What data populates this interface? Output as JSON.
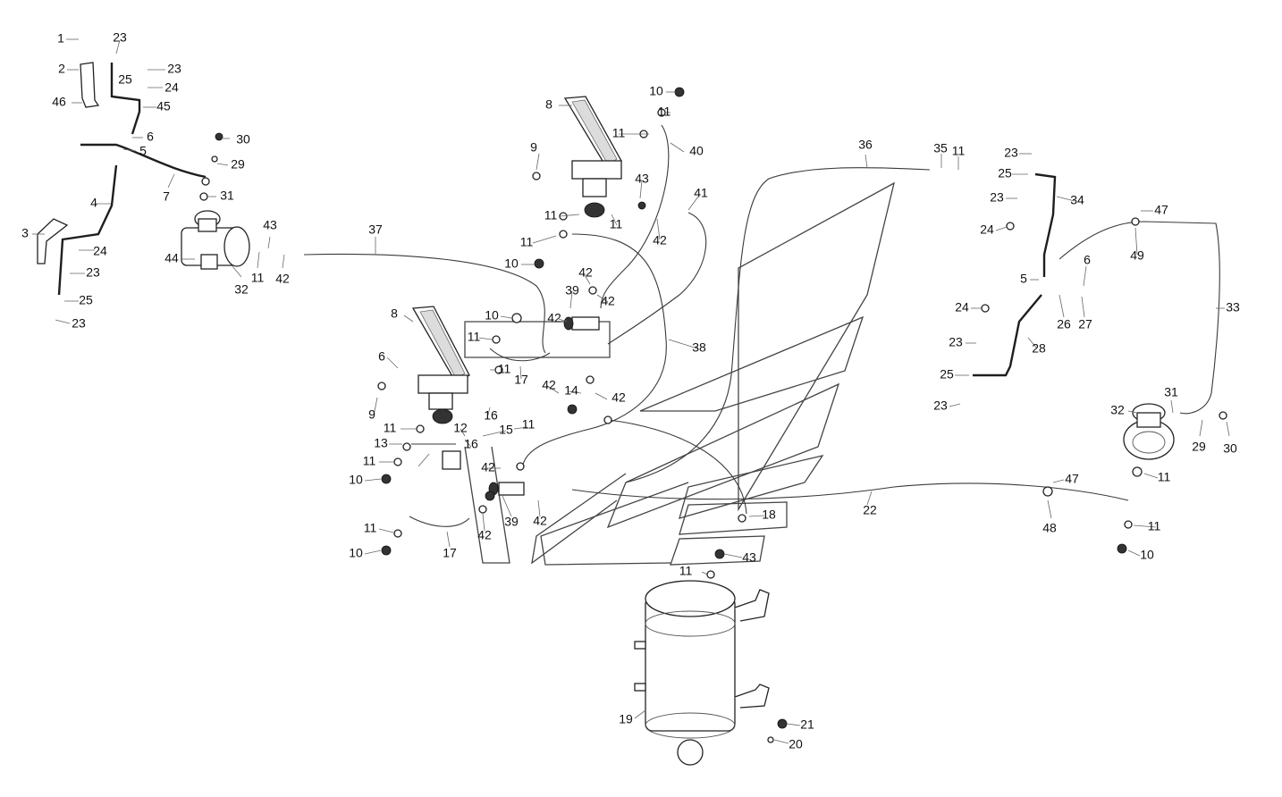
{
  "callouts": [
    {
      "text": "1"
    },
    {
      "text": "2"
    },
    {
      "text": "46"
    },
    {
      "text": "23"
    },
    {
      "text": "23"
    },
    {
      "text": "25"
    },
    {
      "text": "24"
    },
    {
      "text": "45"
    },
    {
      "text": "6"
    },
    {
      "text": "5"
    },
    {
      "text": "30"
    },
    {
      "text": "29"
    },
    {
      "text": "7"
    },
    {
      "text": "31"
    },
    {
      "text": "4"
    },
    {
      "text": "3"
    },
    {
      "text": "24"
    },
    {
      "text": "23"
    },
    {
      "text": "25"
    },
    {
      "text": "23"
    },
    {
      "text": "44"
    },
    {
      "text": "32"
    },
    {
      "text": "11"
    },
    {
      "text": "43"
    },
    {
      "text": "42"
    },
    {
      "text": "37"
    },
    {
      "text": "10"
    },
    {
      "text": "8"
    },
    {
      "text": "11"
    },
    {
      "text": "11"
    },
    {
      "text": "40"
    },
    {
      "text": "9"
    },
    {
      "text": "43"
    },
    {
      "text": "41"
    },
    {
      "text": "11"
    },
    {
      "text": "11"
    },
    {
      "text": "42"
    },
    {
      "text": "11"
    },
    {
      "text": "10"
    },
    {
      "text": "42"
    },
    {
      "text": "39"
    },
    {
      "text": "42"
    },
    {
      "text": "36"
    },
    {
      "text": "35"
    },
    {
      "text": "11"
    },
    {
      "text": "8"
    },
    {
      "text": "10"
    },
    {
      "text": "42"
    },
    {
      "text": "11"
    },
    {
      "text": "11"
    },
    {
      "text": "17"
    },
    {
      "text": "6"
    },
    {
      "text": "38"
    },
    {
      "text": "9"
    },
    {
      "text": "42"
    },
    {
      "text": "14"
    },
    {
      "text": "42"
    },
    {
      "text": "11"
    },
    {
      "text": "16"
    },
    {
      "text": "12"
    },
    {
      "text": "11"
    },
    {
      "text": "15"
    },
    {
      "text": "13"
    },
    {
      "text": "16"
    },
    {
      "text": "11"
    },
    {
      "text": "42"
    },
    {
      "text": "10"
    },
    {
      "text": "11"
    },
    {
      "text": "42"
    },
    {
      "text": "10"
    },
    {
      "text": "17"
    },
    {
      "text": "39"
    },
    {
      "text": "42"
    },
    {
      "text": "18"
    },
    {
      "text": "43"
    },
    {
      "text": "11"
    },
    {
      "text": "22"
    },
    {
      "text": "19"
    },
    {
      "text": "21"
    },
    {
      "text": "20"
    },
    {
      "text": "23"
    },
    {
      "text": "25"
    },
    {
      "text": "23"
    },
    {
      "text": "24"
    },
    {
      "text": "34"
    },
    {
      "text": "47"
    },
    {
      "text": "49"
    },
    {
      "text": "5"
    },
    {
      "text": "6"
    },
    {
      "text": "26"
    },
    {
      "text": "27"
    },
    {
      "text": "33"
    },
    {
      "text": "24"
    },
    {
      "text": "23"
    },
    {
      "text": "28"
    },
    {
      "text": "25"
    },
    {
      "text": "23"
    },
    {
      "text": "31"
    },
    {
      "text": "32"
    },
    {
      "text": "29"
    },
    {
      "text": "30"
    },
    {
      "text": "11"
    },
    {
      "text": "47"
    },
    {
      "text": "48"
    },
    {
      "text": "11"
    },
    {
      "text": "10"
    }
  ]
}
